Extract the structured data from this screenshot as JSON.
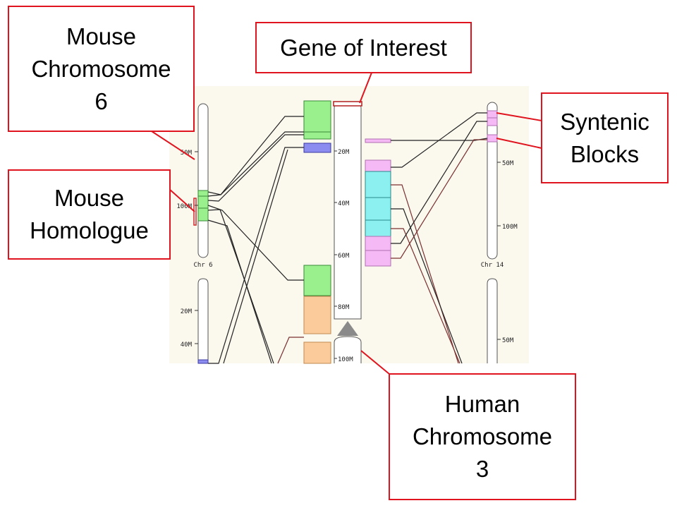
{
  "callouts": {
    "mouse_chromosome": "Mouse\nChromosome\n6",
    "mouse_homologue": "Mouse\nHomologue",
    "gene_of_interest": "Gene of Interest",
    "syntenic_blocks": "Syntenic\nBlocks",
    "human_chromosome": "Human\nChromosome\n3"
  },
  "left_panel": {
    "chr6_label": "Chr 6",
    "chr6_ticks": [
      "50M",
      "100M"
    ],
    "lower_ticks": [
      "20M",
      "40M"
    ]
  },
  "center_panel": {
    "ticks": [
      "20M",
      "40M",
      "60M",
      "80M",
      "100M"
    ]
  },
  "right_panel": {
    "chr14_label": "Chr 14",
    "chr14_ticks": [
      "50M",
      "100M"
    ],
    "lower_ticks": [
      "50M"
    ]
  },
  "colors": {
    "callout_border": "#e0141e",
    "panel_bg": "#fbf8ee",
    "green_block": "#99f08c",
    "blue_block": "#8c8cf0",
    "orange_block": "#fbcb9b",
    "cyan_block": "#8cf0f0",
    "pink_block": "#f5b9f5"
  }
}
